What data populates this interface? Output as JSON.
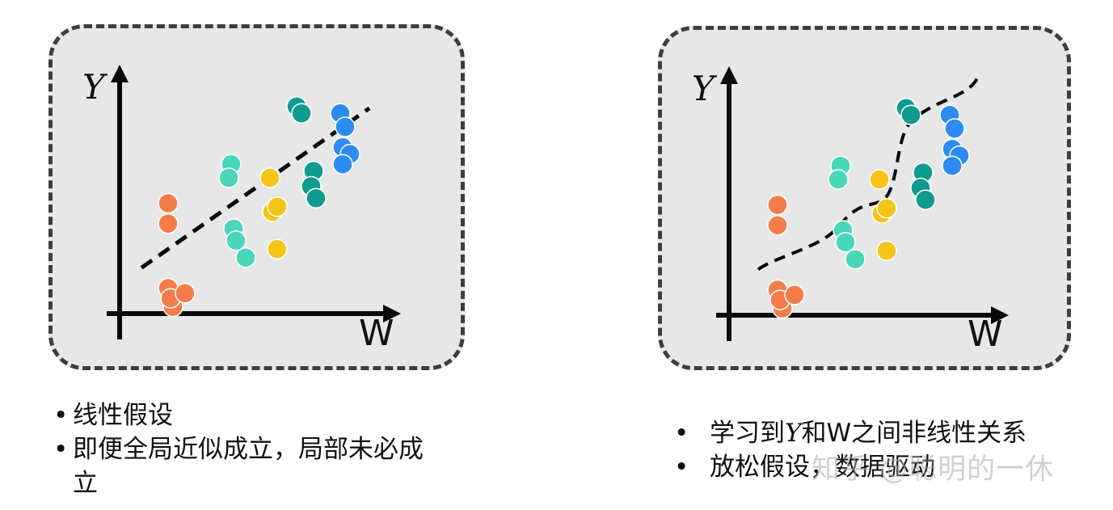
{
  "colors": {
    "orange": "#f47c4b",
    "mint": "#48d7b9",
    "yellow": "#f4c518",
    "teal": "#0f9b8e",
    "blue": "#2c8cf2",
    "panel_bg": "#e8e7e7",
    "border": "#3e3e3e"
  },
  "icons": {
    "bullet": "•"
  },
  "left_panel": {
    "y_label": "Y",
    "x_label": "W",
    "fit": "linear dashed line",
    "points": {
      "orange": [
        [
          0.2,
          0.65
        ],
        [
          0.2,
          0.53
        ],
        [
          0.22,
          0.04
        ],
        [
          0.2,
          0.15
        ],
        [
          0.21,
          0.09
        ],
        [
          0.27,
          0.12
        ]
      ],
      "mint": [
        [
          0.46,
          0.88
        ],
        [
          0.45,
          0.8
        ],
        [
          0.47,
          0.5
        ],
        [
          0.48,
          0.43
        ],
        [
          0.52,
          0.33
        ]
      ],
      "yellow": [
        [
          0.62,
          0.8
        ],
        [
          0.63,
          0.6
        ],
        [
          0.65,
          0.63
        ],
        [
          0.65,
          0.38
        ]
      ],
      "teal": [
        [
          0.73,
          1.22
        ],
        [
          0.75,
          1.18
        ],
        [
          0.8,
          0.84
        ],
        [
          0.79,
          0.75
        ],
        [
          0.81,
          0.68
        ]
      ],
      "blue": [
        [
          0.91,
          1.18
        ],
        [
          0.93,
          1.1
        ],
        [
          0.92,
          0.98
        ],
        [
          0.95,
          0.94
        ],
        [
          0.92,
          0.88
        ]
      ]
    }
  },
  "right_panel": {
    "y_label": "Y",
    "x_label": "W",
    "fit": "nonlinear dashed curve"
  },
  "bullets_left": [
    "线性假设",
    "即便全局近似成立，局部未必成立"
  ],
  "bullets_right": [
    {
      "pre": "学习到",
      "var1": "Y",
      "mid": "和",
      "var2": "W",
      "post": "之间非线性关系"
    },
    {
      "text": "放松假设，数据驱动"
    }
  ],
  "watermark": "知乎 @聪明的一休"
}
